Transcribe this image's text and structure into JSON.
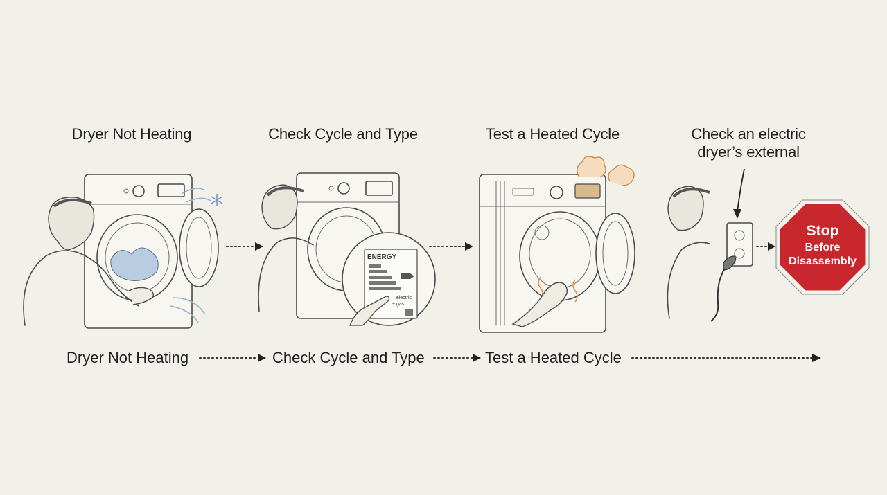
{
  "steps": [
    {
      "title": "Dryer Not Heating"
    },
    {
      "title": "Check Cycle and Type"
    },
    {
      "title": "Test a Heated Cycle"
    },
    {
      "title": "Check an electric dryer’s external"
    }
  ],
  "energy_label": {
    "heading": "ENERGY",
    "line1": "– electric",
    "line2": "+ gas"
  },
  "stop_sign": {
    "line1": "Stop",
    "line2": "Before",
    "line3": "Disassembly",
    "color": "#c8272d"
  },
  "flow": [
    {
      "label": "Dryer Not Heating"
    },
    {
      "label": "Check Cycle and Type"
    },
    {
      "label": "Test a Heated Cycle"
    }
  ],
  "colors": {
    "background": "#f1f0e9",
    "cold": "#8fb3d6",
    "warm": "#e9a55a"
  }
}
